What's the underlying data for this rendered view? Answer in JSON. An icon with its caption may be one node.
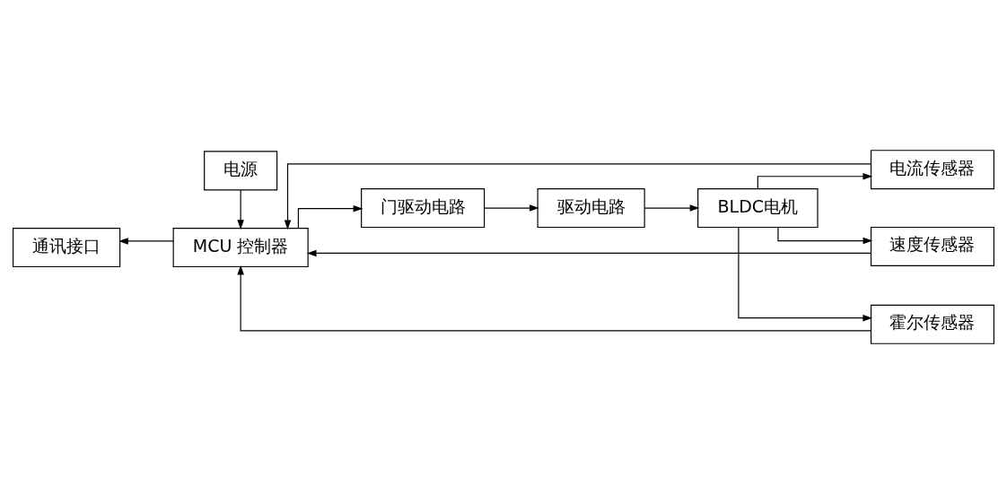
{
  "diagram": {
    "nodes": [
      {
        "text": [
          "电源"
        ]
      },
      {
        "text": [
          "通讯接口"
        ]
      },
      {
        "text": [
          "MCU 控制器"
        ]
      },
      {
        "text": [
          "门驱动电路"
        ]
      },
      {
        "text": [
          "驱动电路"
        ]
      },
      {
        "text": [
          "BLDC电机"
        ]
      },
      {
        "text": [
          "电流传感器"
        ]
      },
      {
        "text": [
          "速度传感器"
        ]
      },
      {
        "text": [
          "霍尔传感器"
        ]
      }
    ],
    "edges": [
      {
        "from": 0,
        "to": 2,
        "arrow": "to"
      },
      {
        "from": 2,
        "to": 1,
        "arrow": "to"
      },
      {
        "from": 2,
        "to": 3,
        "arrow": "to"
      },
      {
        "from": 3,
        "to": 4,
        "arrow": "to"
      },
      {
        "from": 4,
        "to": 5,
        "arrow": "to"
      },
      {
        "from": 5,
        "to": 6,
        "arrow": "to"
      },
      {
        "from": 5,
        "to": 7,
        "arrow": "to"
      },
      {
        "from": 5,
        "to": 8,
        "arrow": "to"
      },
      {
        "from": 6,
        "to": 2,
        "arrow": "to"
      },
      {
        "from": 7,
        "to": 2,
        "arrow": "to"
      },
      {
        "from": 8,
        "to": 2,
        "arrow": "to"
      }
    ]
  }
}
